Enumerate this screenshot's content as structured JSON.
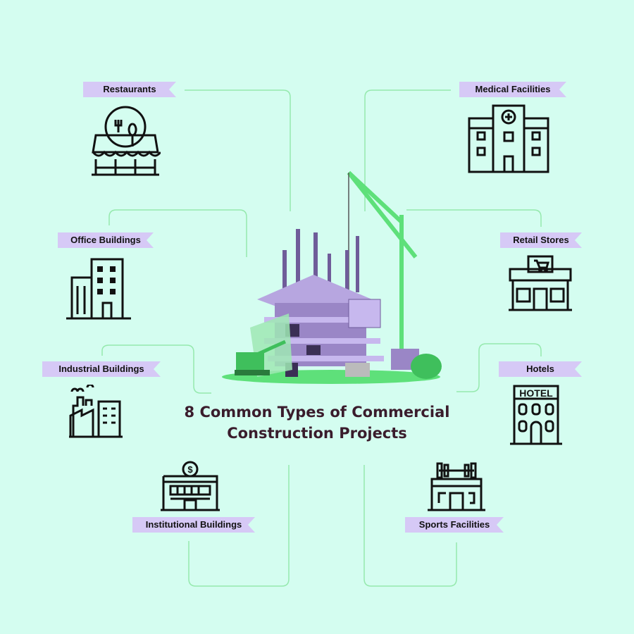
{
  "title": {
    "line1": "8  Common Types of Commercial",
    "line2": "Construction Projects"
  },
  "categories": [
    {
      "label": "Restaurants",
      "icon": "restaurant-icon"
    },
    {
      "label": "Medical Facilities",
      "icon": "hospital-icon"
    },
    {
      "label": "Office Buildings",
      "icon": "office-building-icon"
    },
    {
      "label": "Retail Stores",
      "icon": "retail-store-icon"
    },
    {
      "label": "Industrial Buildings",
      "icon": "factory-icon"
    },
    {
      "label": "Hotels",
      "icon": "hotel-icon",
      "sign": "HOTEL"
    },
    {
      "label": "Institutional Buildings",
      "icon": "bank-icon"
    },
    {
      "label": "Sports Facilities",
      "icon": "gym-icon"
    }
  ],
  "colors": {
    "background": "#d4fdf0",
    "label": "#d6c9f6",
    "connector": "#95e9ad",
    "title": "#3a1c2c",
    "accent": "#5ee07a",
    "building": "#9a86c6"
  }
}
